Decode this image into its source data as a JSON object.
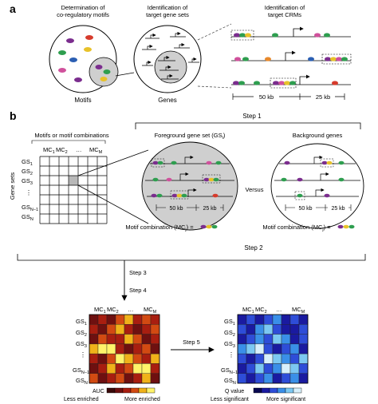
{
  "panel_a": {
    "label": "a",
    "heading_motifs": [
      "Determination of",
      "co-regulatory motifs"
    ],
    "heading_genesets": [
      "Identification of",
      "target gene sets"
    ],
    "heading_crms": [
      "Identification of",
      "target CRMs"
    ],
    "circle_motifs_label": "Motifs",
    "circle_genes_label": "Genes",
    "scale_50": "50 kb",
    "scale_25": "25 kb"
  },
  "panel_b": {
    "label": "b",
    "step1": "Step 1",
    "step2": "Step 2",
    "step3": "Step 3",
    "step4": "Step 4",
    "step5": "Step 5",
    "matrix_title": "Motifs or motif combinations",
    "col_labels": [
      "MC",
      "MC",
      "…",
      "MC"
    ],
    "col_subs": [
      "1",
      "2",
      "",
      "M"
    ],
    "row_axis": "Gene sets",
    "row_labels": [
      "GS",
      "GS",
      "GS",
      "⋮",
      "GS",
      "GS"
    ],
    "row_subs": [
      "1",
      "2",
      "3",
      "",
      "N−1",
      "N"
    ],
    "foreground_title_pre": "Foreground gene set (GS",
    "foreground_sub": "i",
    "foreground_title_post": ")",
    "background_title": "Background genes",
    "versus": "Versus",
    "mc_label_pre": "Motif combination (MC",
    "mc_sub": "j",
    "mc_label_post": ") =",
    "scale_50": "50 kb",
    "scale_25": "25 kb",
    "auc_label": "AUC",
    "auc_less": "Less enriched",
    "auc_more": "More enriched",
    "q_label": "Q value",
    "q_less": "Less significant",
    "q_more": "More significant"
  },
  "colors": {
    "motif_purple": "#7b2d8e",
    "motif_green": "#2e9e4f",
    "motif_yellow": "#e8c22a",
    "motif_red": "#d63b2c",
    "motif_blue": "#2b5fb3",
    "motif_pink": "#d0519c",
    "motif_orange": "#e8892c",
    "circle_gray": "#cfcfcf",
    "heat_auc": [
      "#3a0a0a",
      "#6e1010",
      "#a81e10",
      "#d24a12",
      "#f0b21a",
      "#fff36a"
    ],
    "heat_q": [
      "#080850",
      "#1a1aa0",
      "#2e4dd8",
      "#3a8fe8",
      "#7cc8f2",
      "#d8f0fb"
    ]
  },
  "heatmap_auc": [
    [
      1,
      2,
      1,
      3,
      4,
      2,
      3,
      2
    ],
    [
      2,
      1,
      3,
      4,
      2,
      1,
      2,
      3
    ],
    [
      1,
      3,
      2,
      2,
      4,
      3,
      1,
      2
    ],
    [
      4,
      5,
      5,
      2,
      1,
      2,
      3,
      1
    ],
    [
      2,
      1,
      3,
      5,
      4,
      3,
      2,
      4
    ],
    [
      1,
      2,
      4,
      2,
      3,
      5,
      5,
      2
    ],
    [
      3,
      1,
      2,
      3,
      1,
      2,
      4,
      1
    ]
  ],
  "heatmap_q": [
    [
      1,
      2,
      1,
      2,
      3,
      1,
      2,
      1
    ],
    [
      2,
      1,
      3,
      4,
      2,
      1,
      1,
      2
    ],
    [
      1,
      2,
      3,
      2,
      4,
      3,
      1,
      2
    ],
    [
      3,
      4,
      5,
      2,
      1,
      2,
      3,
      1
    ],
    [
      2,
      1,
      2,
      5,
      4,
      3,
      2,
      4
    ],
    [
      1,
      2,
      4,
      2,
      3,
      5,
      4,
      2
    ],
    [
      2,
      1,
      2,
      3,
      1,
      2,
      3,
      1
    ]
  ]
}
